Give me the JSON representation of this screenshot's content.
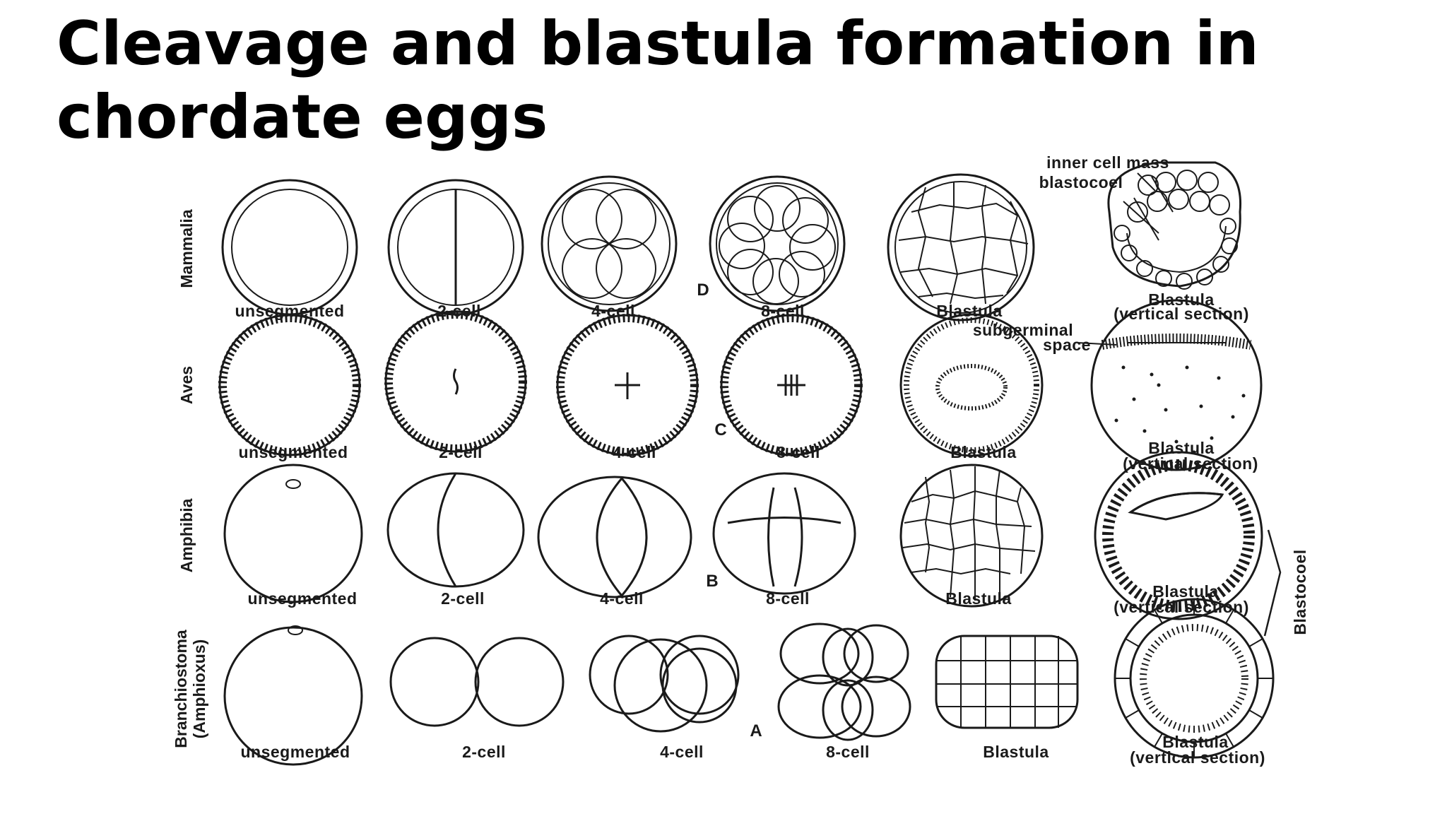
{
  "slide": {
    "title_line1": "Cleavage and blastula formation in",
    "title_line2": "chordate eggs"
  },
  "diagram": {
    "rows": [
      {
        "group": "Mammalia",
        "panel_letter": "D",
        "stages": [
          "unsegmented",
          "2-cell",
          "4-cell",
          "8-cell",
          "Blastula"
        ],
        "section_label_line1": "Blastula",
        "section_label_line2": "(vertical section)"
      },
      {
        "group": "Aves",
        "panel_letter": "C",
        "stages": [
          "unsegmented",
          "2-cell",
          "4-cell",
          "8-cell",
          "Blastula"
        ],
        "section_label_line1": "Blastula",
        "section_label_line2": "(vertical section)"
      },
      {
        "group": "Amphibia",
        "panel_letter": "B",
        "stages": [
          "unsegmented",
          "2-cell",
          "4-cell",
          "8-cell",
          "Blastula"
        ],
        "section_label_line1": "Blastula",
        "section_label_line2": "(vertical section)"
      },
      {
        "group_line1": "Branchiostoma",
        "group_line2": "(Amphioxus)",
        "panel_letter": "A",
        "stages": [
          "unsegmented",
          "2-cell",
          "4-cell",
          "8-cell",
          "Blastula"
        ],
        "section_label_line1": "Blastula",
        "section_label_line2": "(vertical section)"
      }
    ],
    "annotations": {
      "inner_cell_mass": "inner cell mass",
      "blastocoel": "blastocoel",
      "subgerminal_line1": "subgerminal",
      "subgerminal_line2": "space",
      "blastocoel_side": "Blastocoel"
    }
  }
}
